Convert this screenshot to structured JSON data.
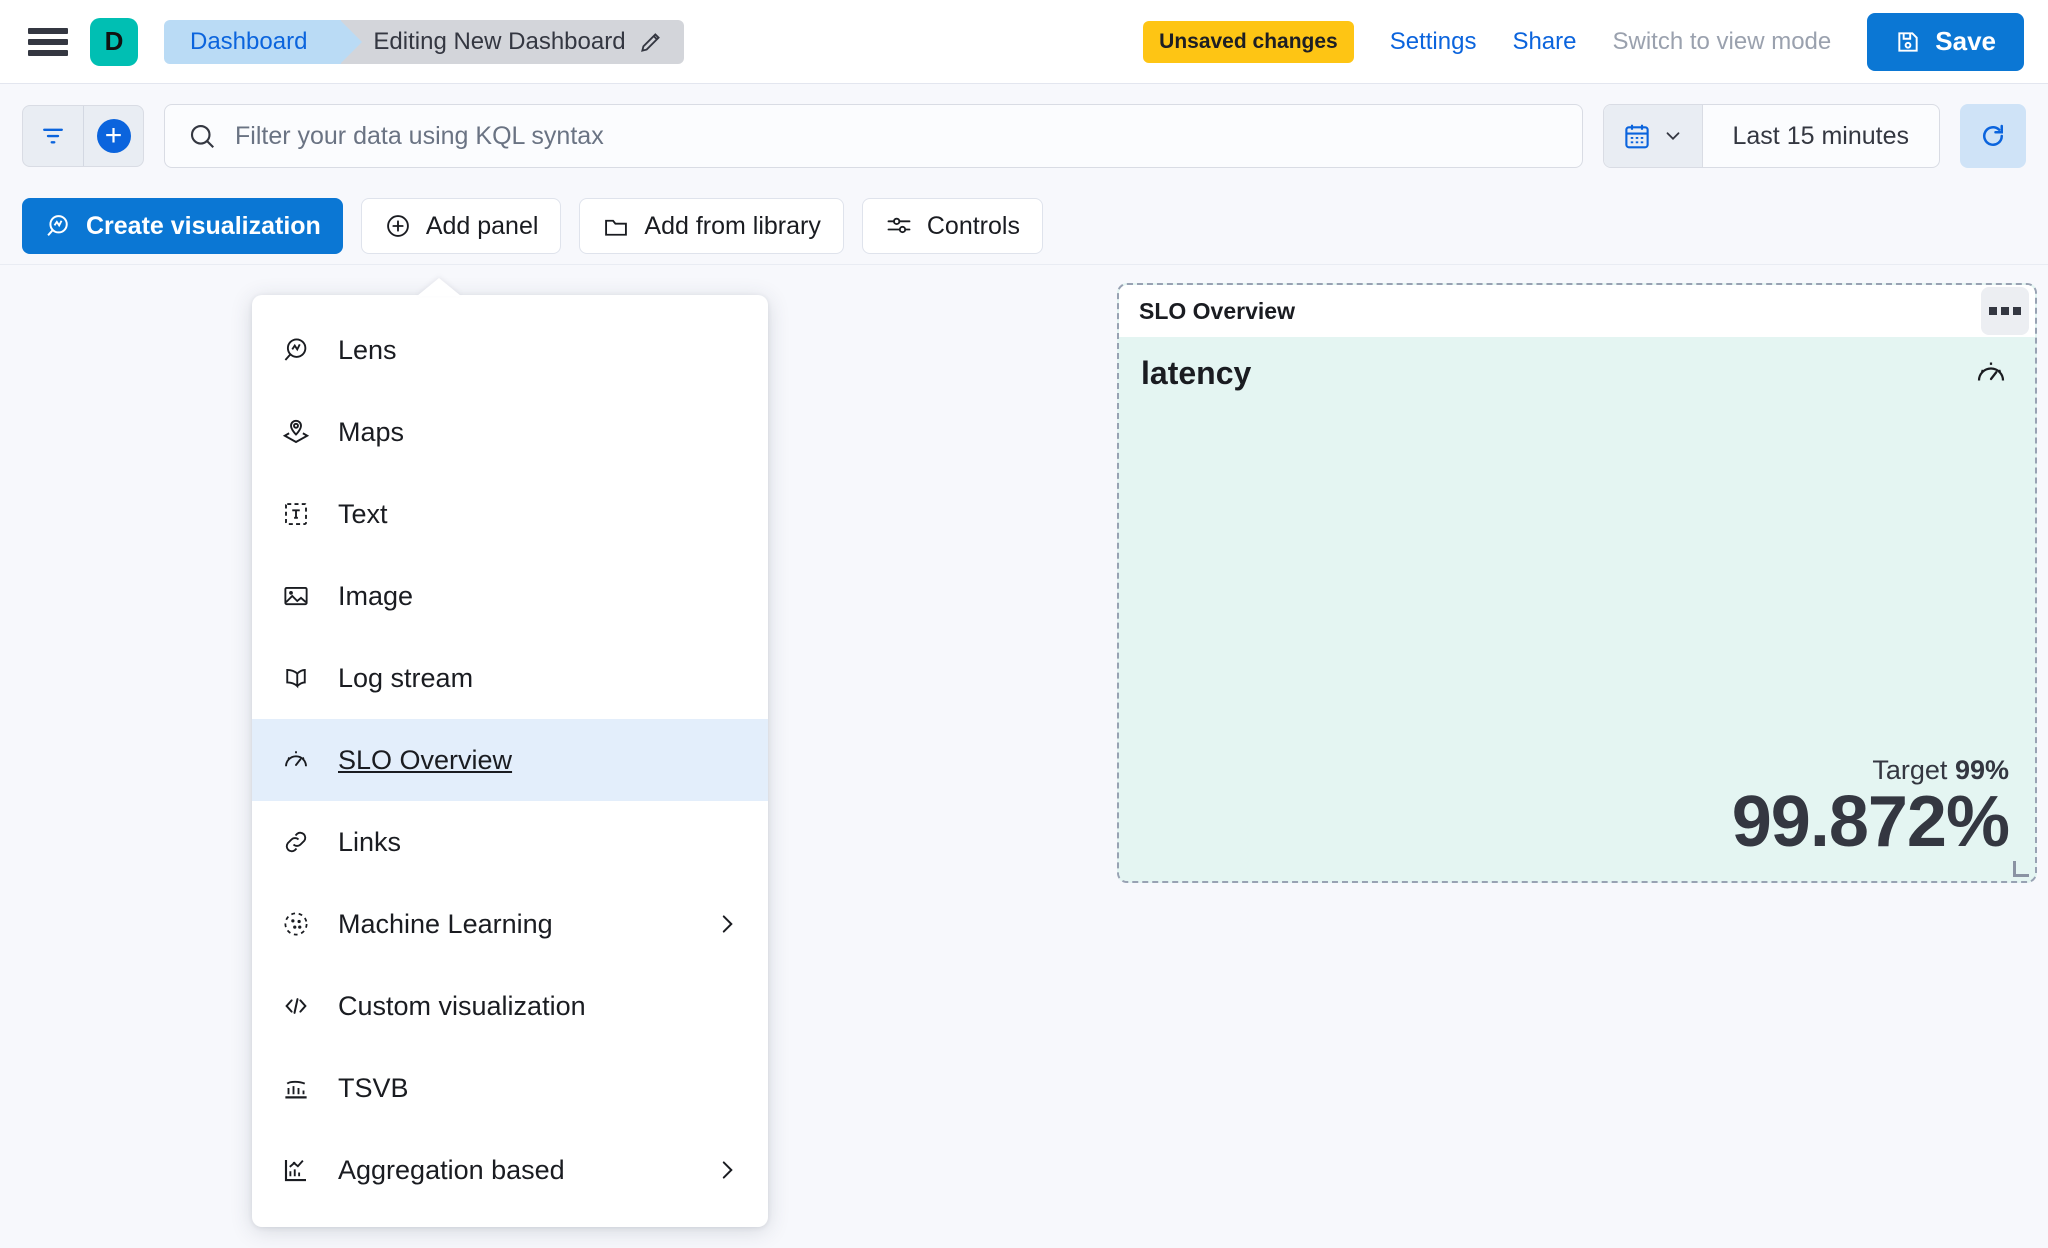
{
  "header": {
    "menu_icon": "hamburger-menu-icon",
    "avatar_letter": "D",
    "breadcrumbs": [
      {
        "label": "Dashboard"
      },
      {
        "label": "Editing New Dashboard",
        "edit_icon": "pencil-icon"
      }
    ],
    "unsaved_badge": "Unsaved changes",
    "settings_label": "Settings",
    "share_label": "Share",
    "view_mode_label": "Switch to view mode",
    "save_label": "Save",
    "save_icon": "save-disk-icon"
  },
  "querybar": {
    "filter_icon": "filter-funnel-icon",
    "add_filter_icon": "plus-circle-icon",
    "search_icon": "search-icon",
    "search_placeholder": "Filter your data using KQL syntax",
    "search_value": "",
    "calendar_icon": "calendar-icon",
    "calendar_chevron": "chevron-down-icon",
    "time_range": "Last 15 minutes",
    "refresh_icon": "refresh-icon"
  },
  "toolbar": {
    "buttons": [
      {
        "label": "Create visualization",
        "icon": "lens-icon",
        "style": "primary"
      },
      {
        "label": "Add panel",
        "icon": "plus-circle-outline-icon",
        "style": "secondary"
      },
      {
        "label": "Add from library",
        "icon": "folder-icon",
        "style": "secondary"
      },
      {
        "label": "Controls",
        "icon": "controls-sliders-icon",
        "style": "secondary"
      }
    ]
  },
  "add_panel_menu": {
    "items": [
      {
        "label": "Lens",
        "icon": "lens-icon",
        "active": false,
        "submenu": false
      },
      {
        "label": "Maps",
        "icon": "maps-pin-layers-icon",
        "active": false,
        "submenu": false
      },
      {
        "label": "Text",
        "icon": "text-box-icon",
        "active": false,
        "submenu": false
      },
      {
        "label": "Image",
        "icon": "image-icon",
        "active": false,
        "submenu": false
      },
      {
        "label": "Log stream",
        "icon": "log-stream-icon",
        "active": false,
        "submenu": false
      },
      {
        "label": "SLO Overview",
        "icon": "gauge-icon",
        "active": true,
        "submenu": false
      },
      {
        "label": "Links",
        "icon": "link-chain-icon",
        "active": false,
        "submenu": false
      },
      {
        "label": "Machine Learning",
        "icon": "machine-learning-icon",
        "active": false,
        "submenu": true
      },
      {
        "label": "Custom visualization",
        "icon": "code-brackets-icon",
        "active": false,
        "submenu": false
      },
      {
        "label": "TSVB",
        "icon": "tsvb-bar-chart-icon",
        "active": false,
        "submenu": false
      },
      {
        "label": "Aggregation based",
        "icon": "aggregation-chart-icon",
        "active": false,
        "submenu": true
      }
    ]
  },
  "slo_panel": {
    "title": "SLO Overview",
    "menu_icon": "panel-context-menu-icon",
    "metric_name": "latency",
    "gauge_icon": "gauge-icon",
    "target_label": "Target",
    "target_value": "99%",
    "current_value": "99.872%",
    "background_color": "#e4f5f2"
  }
}
